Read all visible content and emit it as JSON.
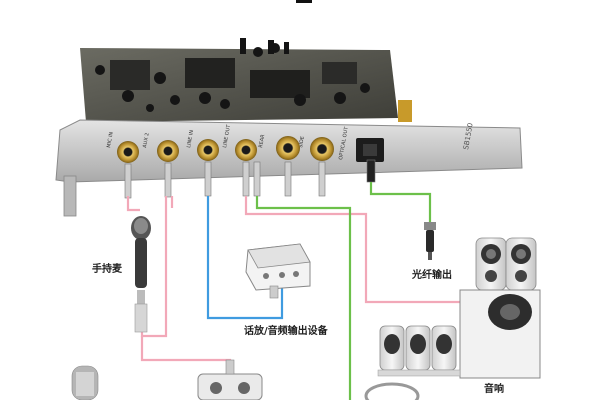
{
  "labels": {
    "microphone": "手持麦",
    "optical_out": "光纤输出",
    "amp_device": "话放/音频输出设备",
    "speakers": "音响"
  },
  "card": {
    "model": "SB1550",
    "ports": [
      "MIC IN",
      "AUX 2",
      "LINE IN",
      "LINE OUT",
      "REAR",
      "SIDE",
      "OPTICAL OUT"
    ]
  },
  "cable_colors": {
    "mic": "#f2a8b8",
    "line_in": "#3f9be0",
    "line_out": "#f2a8b8",
    "optical": "#6cc04a"
  }
}
